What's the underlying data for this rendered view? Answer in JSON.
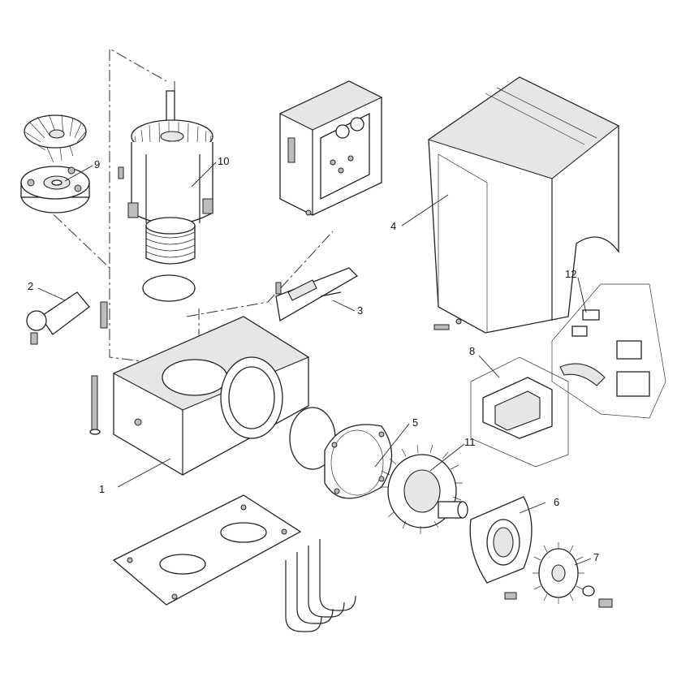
{
  "diagram": {
    "type": "exploded-parts-view",
    "callouts": [
      {
        "id": "c1",
        "label": "1"
      },
      {
        "id": "c2",
        "label": "2"
      },
      {
        "id": "c3",
        "label": "3"
      },
      {
        "id": "c4",
        "label": "4"
      },
      {
        "id": "c5",
        "label": "5"
      },
      {
        "id": "c6",
        "label": "6"
      },
      {
        "id": "c7",
        "label": "7"
      },
      {
        "id": "c8",
        "label": "8"
      },
      {
        "id": "c9",
        "label": "9"
      },
      {
        "id": "c10",
        "label": "10"
      },
      {
        "id": "c11",
        "label": "11"
      },
      {
        "id": "c12",
        "label": "12"
      }
    ]
  }
}
